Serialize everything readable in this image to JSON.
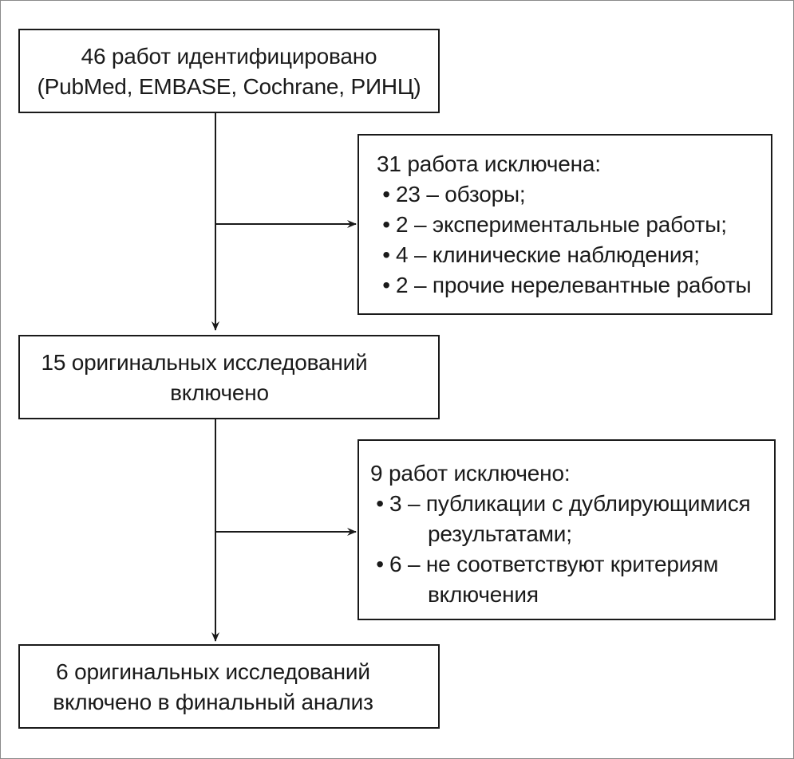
{
  "identified": {
    "line1": "46 работ идентифицировано",
    "line2": "(PubMed, EMBASE, Cochrane, РИНЦ)"
  },
  "excluded_first": {
    "heading": "31 работа исключена:",
    "bullet": "•",
    "items": [
      "23 – обзоры;",
      "2 – экспериментальные работы;",
      "4 – клинические наблюдения;",
      "2 – прочие нерелевантные работы"
    ]
  },
  "included": {
    "line1": "15 оригинальных исследований",
    "line2": "включено"
  },
  "excluded_second": {
    "heading": "9 работ исключено:",
    "bullet": "•",
    "item1_line1": "3 – публикации с дублирующимися",
    "item1_line2": "результатами;",
    "item2_line1": "6 – не соответствуют критериям",
    "item2_line2": "включения"
  },
  "final": {
    "line1": "6 оригинальных исследований",
    "line2": "включено в финальный анализ"
  }
}
